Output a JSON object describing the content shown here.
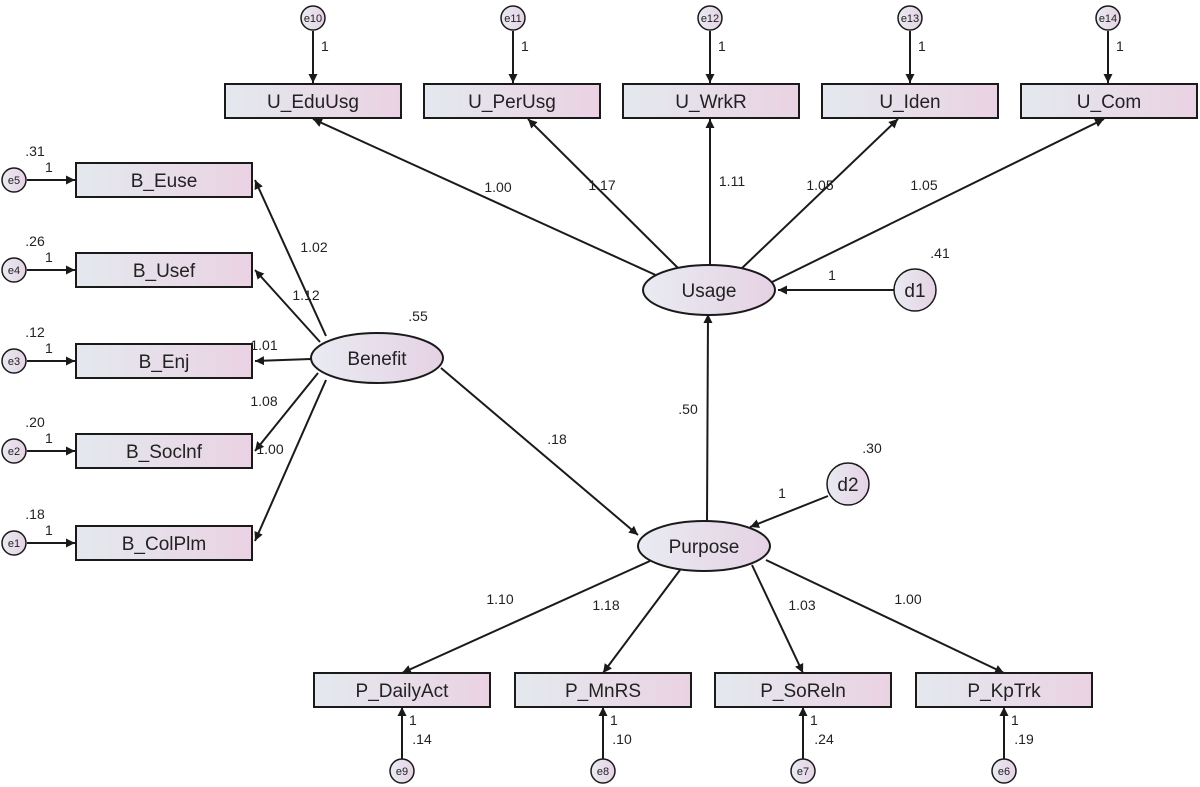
{
  "colors": {
    "stroke": "#1a1a1a",
    "fill_left": "#e4e9ee",
    "fill_right": "#ead2e3",
    "text": "#222222"
  },
  "observed": {
    "u_eduusg": "U_EduUsg",
    "u_perusg": "U_PerUsg",
    "u_wrkr": "U_WrkR",
    "u_iden": "U_Iden",
    "u_com": "U_Com",
    "b_euse": "B_Euse",
    "b_usef": "B_Usef",
    "b_enj": "B_Enj",
    "b_socinf": "B_Soclnf",
    "b_colplm": "B_ColPlm",
    "p_dailyact": "P_DailyAct",
    "p_mnrs": "P_MnRS",
    "p_soreln": "P_SoReln",
    "p_kptrk": "P_KpTrk"
  },
  "latent": {
    "usage": "Usage",
    "benefit": "Benefit",
    "purpose": "Purpose"
  },
  "disturbance": {
    "d1": "d1",
    "d2": "d2"
  },
  "errors": {
    "e10": "e10",
    "e11": "e11",
    "e12": "e12",
    "e13": "e13",
    "e14": "e14",
    "e5": "e5",
    "e4": "e4",
    "e3": "e3",
    "e2": "e2",
    "e1": "e1",
    "e9": "e9",
    "e8": "e8",
    "e7": "e7",
    "e6": "e6"
  },
  "coefficients": {
    "usage_eduusg": "1.00",
    "usage_perusg": "1.17",
    "usage_wrkr": "1.11",
    "usage_iden": "1.05",
    "usage_com": "1.05",
    "benefit_euse": "1.02",
    "benefit_usef": "1.12",
    "benefit_enj": "1.01",
    "benefit_socinf": "1.08",
    "benefit_colplm": "1.00",
    "purpose_dailyact": "1.10",
    "purpose_mnrs": "1.18",
    "purpose_soreln": "1.03",
    "purpose_kptrk": "1.00",
    "benefit_purpose": ".18",
    "purpose_usage": ".50",
    "d1_usage": "1",
    "d2_purpose": "1"
  },
  "error_paths": {
    "e10": "1",
    "e11": "1",
    "e12": "1",
    "e13": "1",
    "e14": "1",
    "e5": "1",
    "e4": "1",
    "e3": "1",
    "e2": "1",
    "e1": "1",
    "e9": "1",
    "e8": "1",
    "e7": "1",
    "e6": "1"
  },
  "variances": {
    "benefit": ".55",
    "d1": ".41",
    "d2": ".30",
    "e5": ".31",
    "e4": ".26",
    "e3": ".12",
    "e2": ".20",
    "e1": ".18",
    "e9": ".14",
    "e8": ".10",
    "e7": ".24",
    "e6": ".19"
  }
}
